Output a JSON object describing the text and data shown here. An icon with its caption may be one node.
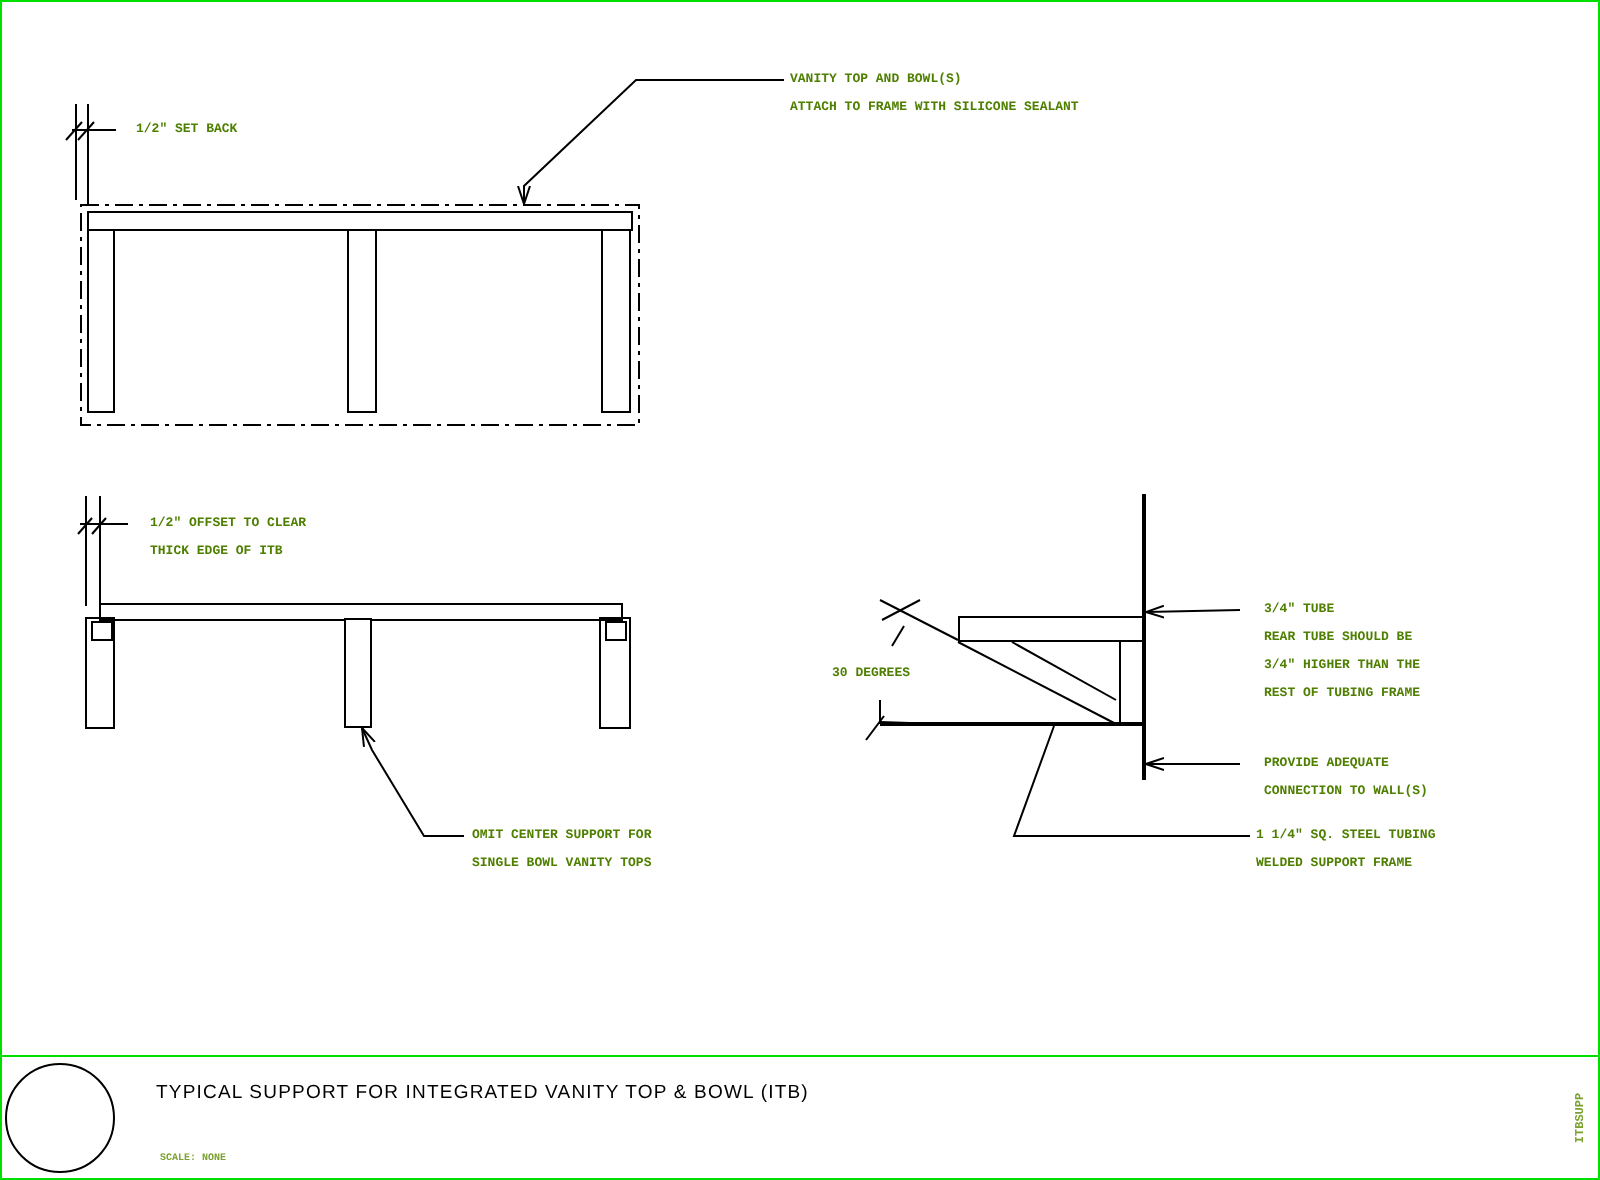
{
  "diagram": {
    "title": "TYPICAL SUPPORT FOR INTEGRATED VANITY TOP & BOWL (ITB)",
    "nodes": [
      {
        "text": [
          "VANITY TOP AND BOWL(S)",
          "ATTACH TO FRAME WITH SILICONE SEALANT"
        ]
      },
      {
        "text": [],
        "shape": "box"
      },
      {
        "text": [
          "OMIT CENTER SUPPORT FOR SINGLE BOWL VANITY TOPS"
        ]
      },
      {
        "text": [],
        "shape": "bar"
      },
      {
        "text": [
          "3/4\" TUBE"
        ]
      },
      {
        "text": [],
        "shape": "bar"
      },
      {
        "text": [
          "PROVIDE ADEQUATE CONNECTION TO WALL(S)"
        ]
      },
      {
        "text": [],
        "shape": "bar"
      },
      {
        "text": [
          "1 1/4\" SQ. STEEL TUBING WELDED SUPPORT FRAME"
        ]
      },
      {
        "text": [],
        "shape": "bar"
      }
    ],
    "edges": [
      {
        "from": 0,
        "to": 1,
        "arrow": "to"
      },
      {
        "from": 2,
        "to": 3,
        "arrow": "to"
      },
      {
        "from": 4,
        "to": 5,
        "arrow": "to"
      },
      {
        "from": 6,
        "to": 7,
        "arrow": "to"
      },
      {
        "from": 8,
        "to": 9,
        "arrow": "none"
      }
    ],
    "labels": [
      "1/2\" SET BACK",
      "1/2\" OFFSET TO CLEAR THICK EDGE OF ITB",
      "30 DEGREES",
      "REAR TUBE SHOULD BE 3/4\" HIGHER THAN THE REST OF TUBING FRAME",
      "SCALE: NONE",
      "ITBSUPP"
    ]
  }
}
